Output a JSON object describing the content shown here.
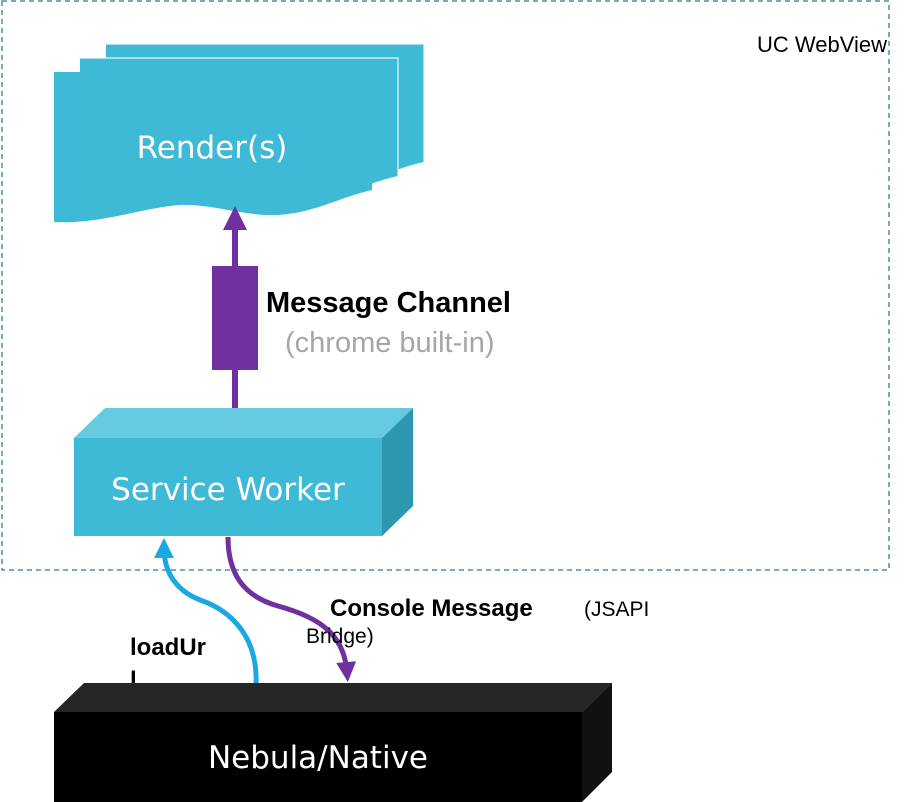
{
  "container": {
    "label": "UC WebView"
  },
  "nodes": {
    "renders": "Render(s)",
    "service_worker": "Service Worker",
    "native": "Nebula/Native"
  },
  "edges": {
    "message_channel": {
      "label": "Message Channel",
      "note": "(chrome built-in)"
    },
    "console_message": {
      "label": "Console Message",
      "note_line1": "(JSAPI",
      "note_line2": "Bridge)"
    },
    "load_url": {
      "line1": "loadUr",
      "line2": "l"
    }
  },
  "colors": {
    "render_fill": "#3fbad6",
    "service_worker_front": "#3fbad6",
    "service_worker_top": "#66cbe0",
    "service_worker_side": "#2b98b0",
    "native_front": "#000000",
    "native_top": "#262626",
    "native_side": "#111111",
    "container_border": "#4a90a8",
    "message_channel": "#7030a0",
    "console_message": "#7030a0",
    "load_url": "#1ba8e0"
  }
}
